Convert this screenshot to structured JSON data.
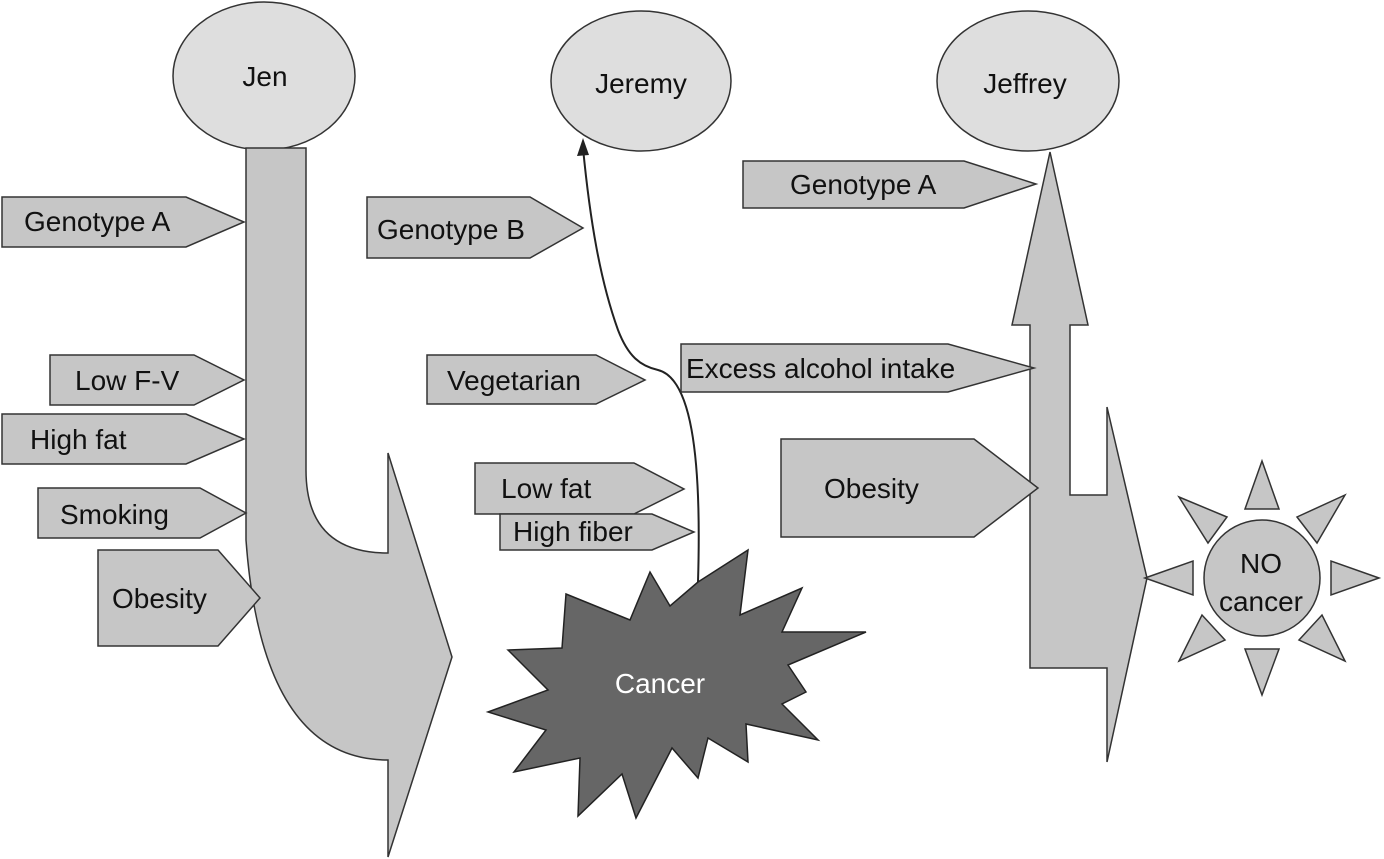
{
  "people": {
    "jen": "Jen",
    "jeremy": "Jeremy",
    "jeffrey": "Jeffrey"
  },
  "jen_factors": {
    "genotype": "Genotype A",
    "low_fv": "Low F-V",
    "high_fat": "High fat",
    "smoking": "Smoking",
    "obesity": "Obesity"
  },
  "jeremy_factors": {
    "genotype": "Genotype B",
    "vegetarian": "Vegetarian",
    "low_fat": "Low fat",
    "high_fiber": "High fiber"
  },
  "jeffrey_factors": {
    "genotype": "Genotype A",
    "alcohol": "Excess alcohol intake",
    "obesity": "Obesity"
  },
  "outcomes": {
    "cancer": "Cancer",
    "no_cancer_line1": "NO",
    "no_cancer_line2": "cancer"
  },
  "colors": {
    "shape_fill": "#c6c6c6",
    "ellipse_fill": "#dedede",
    "cancer_fill": "#666666",
    "stroke": "#333333"
  }
}
